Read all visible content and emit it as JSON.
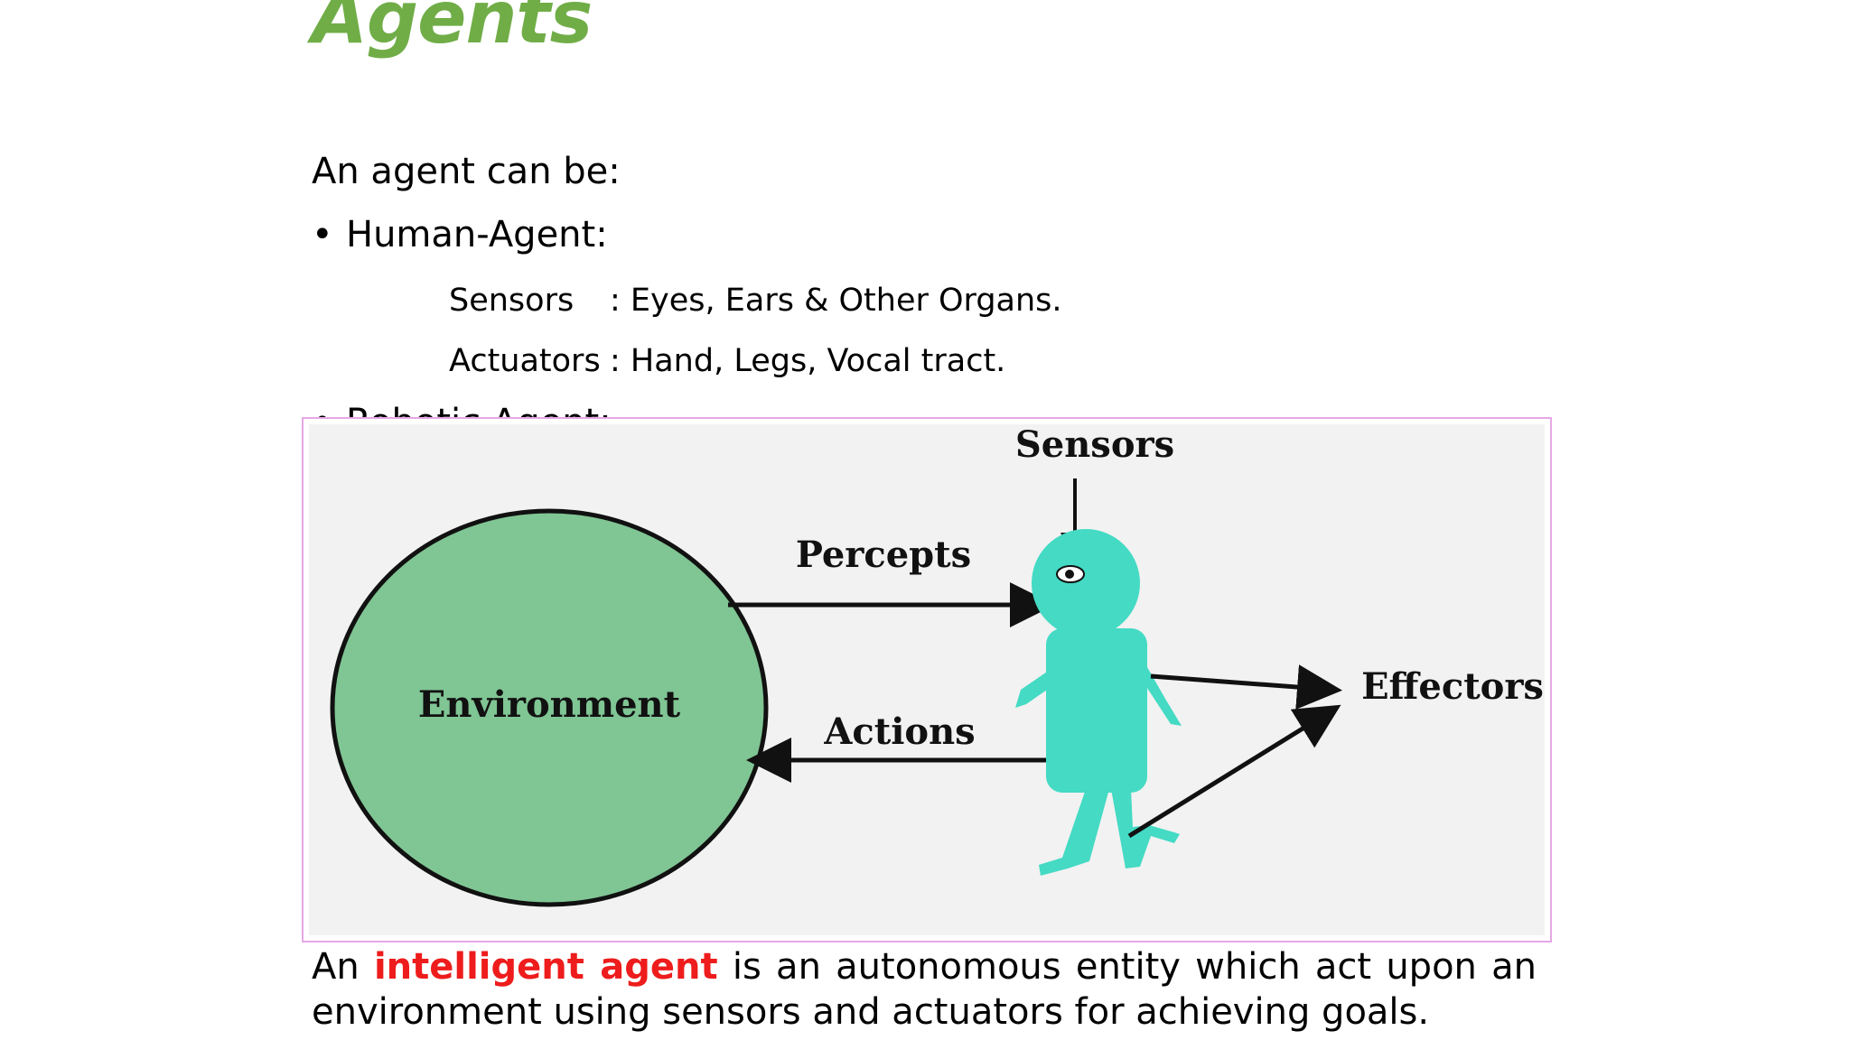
{
  "slide": {
    "title": "Agents",
    "intro": "An agent can be:",
    "bullets": [
      {
        "label": "Human-Agent:",
        "rows": [
          {
            "term": "Sensors",
            "desc": ": Eyes, Ears & Other Organs."
          },
          {
            "term": "Actuators",
            "desc": ": Hand, Legs, Vocal tract."
          }
        ]
      },
      {
        "label": "Robotic Agent:"
      }
    ],
    "bullet_symbol": "•"
  },
  "diagram": {
    "environment": "Environment",
    "percepts": "Percepts",
    "actions": "Actions",
    "sensors": "Sensors",
    "effectors": "Effectors",
    "colors": {
      "background": "#f2f2f2",
      "environment_fill": "#80c594",
      "agent_fill": "#44dac4",
      "border": "#e6a8e6"
    }
  },
  "definition": {
    "prefix": "An ",
    "highlight": "intelligent agent",
    "suffix": " is an autonomous entity which act upon an environment using sensors and actuators for achieving goals.",
    "highlight_color": "#ee1c1c"
  }
}
